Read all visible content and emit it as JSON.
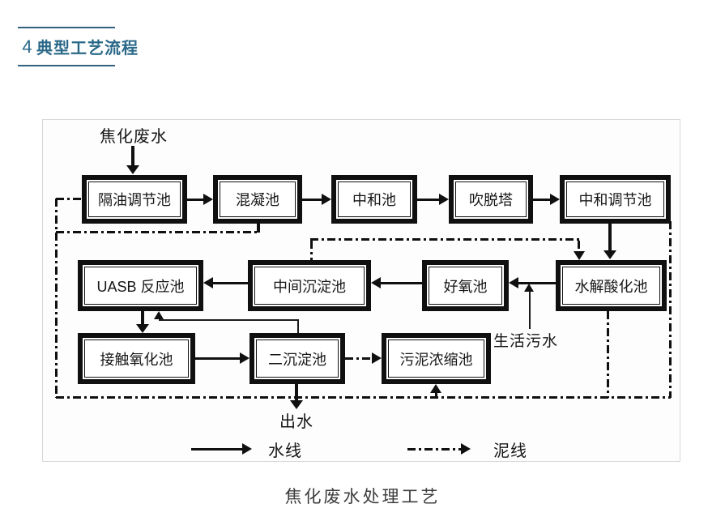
{
  "header": {
    "number": "4",
    "title": "典型工艺流程"
  },
  "diagram": {
    "feed_label": "焦化废水",
    "boxes": [
      {
        "label": "隔油调节池"
      },
      {
        "label": "混凝池"
      },
      {
        "label": "中和池"
      },
      {
        "label": "吹脱塔"
      },
      {
        "label": "中和调节池"
      },
      {
        "label": "UASB 反应池"
      },
      {
        "label": "中间沉淀池"
      },
      {
        "label": "好氧池"
      },
      {
        "label": "水解酸化池"
      },
      {
        "label": "接触氧化池"
      },
      {
        "label": "二沉淀池"
      },
      {
        "label": "污泥浓缩池"
      }
    ],
    "labels": {
      "domestic_sewage": "生活污水",
      "effluent": "出水"
    },
    "legend": {
      "water_line": "水线",
      "sludge_line": "泥线"
    }
  },
  "caption": "焦化废水处理工艺",
  "colors": {
    "accent_teal": "#2a6888",
    "header_rule": "#33607f",
    "diagram_ink": "#101010",
    "container_border": "#d8d8d8"
  }
}
